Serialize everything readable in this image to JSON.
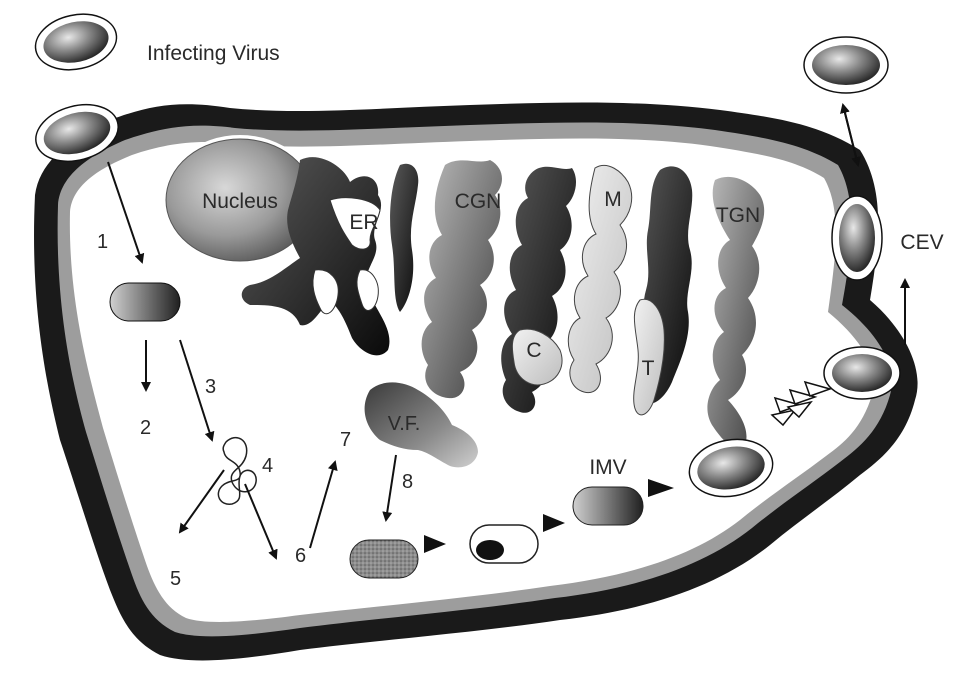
{
  "diagram": {
    "labels": {
      "infecting_virus": "Infecting Virus",
      "nucleus": "Nucleus",
      "er": "ER",
      "cgn": "CGN",
      "c": "C",
      "m": "M",
      "t": "T",
      "tgn": "TGN",
      "cev": "CEV",
      "vf": "V.F.",
      "imv": "IMV"
    },
    "steps": [
      "1",
      "2",
      "3",
      "4",
      "5",
      "6",
      "7",
      "8"
    ]
  }
}
